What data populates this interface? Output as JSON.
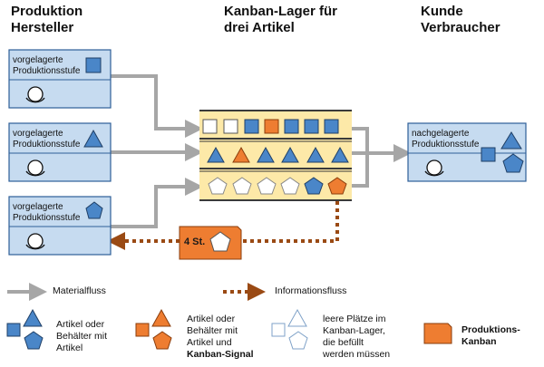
{
  "headers": {
    "left": [
      "Produktion",
      "Hersteller"
    ],
    "center": [
      "Kanban-Lager für",
      "drei Artikel"
    ],
    "right": [
      "Kunde",
      "Verbraucher"
    ]
  },
  "suppliers": [
    {
      "label": [
        "vorgelagerte",
        "Produktionsstufe"
      ],
      "shape": "square"
    },
    {
      "label": [
        "vorgelagerte",
        "Produktionsstufe"
      ],
      "shape": "triangle"
    },
    {
      "label": [
        "vorgelagerte",
        "Produktionsstufe"
      ],
      "shape": "pentagon"
    }
  ],
  "consumer": {
    "label": [
      "nachgelagerte",
      "Produktionsstufe"
    ]
  },
  "kanban_card": {
    "text": "4 St."
  },
  "legend": {
    "material_flow": "Materialfluss",
    "information_flow": "Informationsfluss",
    "items_full": [
      "Artikel oder",
      "Behälter mit",
      "Artikel"
    ],
    "items_signal": [
      "Artikel oder",
      "Behälter mit",
      "Artikel und",
      "Kanban-Signal"
    ],
    "items_empty": [
      "leere Plätze im",
      "Kanban-Lager,",
      "die befüllt",
      "werden müssen"
    ],
    "production_kanban": [
      "Produktions-",
      "Kanban"
    ]
  },
  "colors": {
    "box_fill": "#c6dbf0",
    "box_stroke": "#2e5f98",
    "item_blue": "#4a86c8",
    "item_orange": "#ee7d31",
    "shelf": "#fde9a8",
    "shelf_frame": "#3a3a3a",
    "arrow_gray": "#a6a6a6",
    "info_brown": "#9a4a14"
  }
}
